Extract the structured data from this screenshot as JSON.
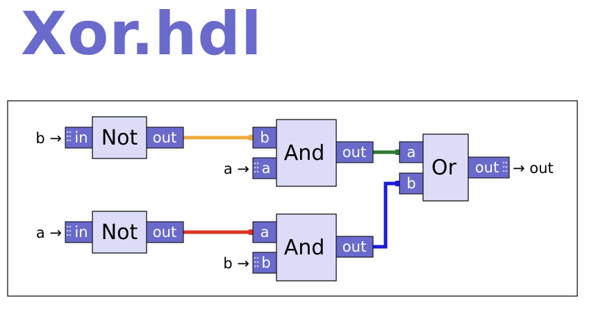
{
  "title": "Xor.hdl",
  "colors": {
    "title": "#6a6acc",
    "gate_fill": "#dcdcf8",
    "port_fill": "#6a6acc",
    "wire_not1_and1": "#f0a93c",
    "wire_not2_and2": "#dd3322",
    "wire_and1_or": "#2d7a2d",
    "wire_and2_or": "#1a1add"
  },
  "gates": {
    "not1": {
      "name": "Not",
      "in": "in",
      "out": "out"
    },
    "not2": {
      "name": "Not",
      "in": "in",
      "out": "out"
    },
    "and1": {
      "name": "And",
      "in_top": "b",
      "in_bottom": "a",
      "out": "out"
    },
    "and2": {
      "name": "And",
      "in_top": "a",
      "in_bottom": "b",
      "out": "out"
    },
    "or": {
      "name": "Or",
      "in_top": "a",
      "in_bottom": "b",
      "out": "out"
    }
  },
  "inputs": {
    "not1": "b →",
    "and1_bottom": "a →",
    "not2": "a →",
    "and2_bottom": "b →"
  },
  "output": "→ out"
}
